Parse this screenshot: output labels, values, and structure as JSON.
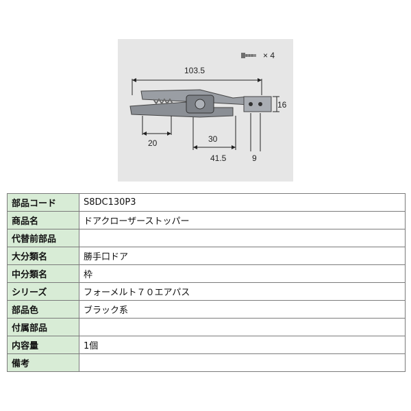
{
  "figure": {
    "screw_count": "× 4",
    "dimensions": {
      "overall_length": "103.5",
      "height": "16",
      "left_span": "20",
      "mid_span": "30",
      "right_span": "41.5",
      "end_span": "9"
    }
  },
  "spec_table": {
    "rows": [
      {
        "label": "部品コード",
        "value": "S8DC130P3"
      },
      {
        "label": "商品名",
        "value": "ドアクローザーストッパー"
      },
      {
        "label": "代替前部品",
        "value": ""
      },
      {
        "label": "大分類名",
        "value": "勝手口ドア"
      },
      {
        "label": "中分類名",
        "value": "枠"
      },
      {
        "label": "シリーズ",
        "value": "フォーメルト７０エアパス"
      },
      {
        "label": "部品色",
        "value": "ブラック系"
      },
      {
        "label": "付属部品",
        "value": ""
      },
      {
        "label": "内容量",
        "value": "1個"
      },
      {
        "label": "備考",
        "value": ""
      }
    ]
  }
}
